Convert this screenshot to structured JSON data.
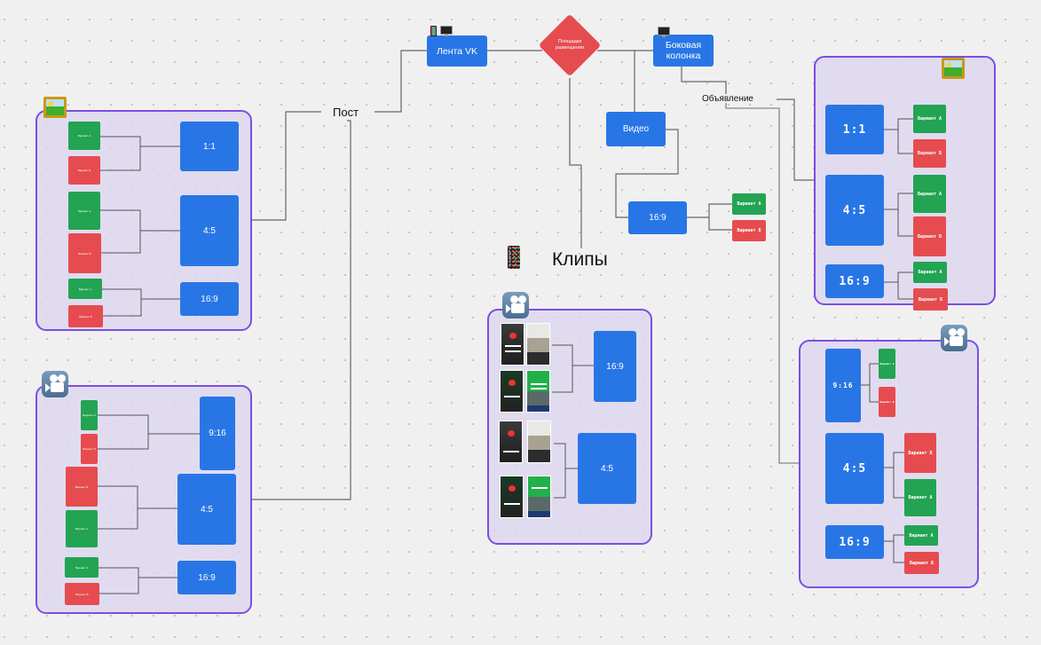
{
  "diagram": {
    "root": {
      "label": "Площадки размещения",
      "color": "#e64c4f"
    },
    "placements": [
      {
        "id": "feed",
        "label": "Лента VK",
        "device_icons": [
          "mobile-phone-icon",
          "desktop-computer-icon"
        ]
      },
      {
        "id": "sidebar",
        "label": "Боковая колонка",
        "device_icons": [
          "desktop-computer-icon"
        ]
      }
    ],
    "formats": {
      "post": "Пост",
      "clips": "Клипы",
      "video": "Видео",
      "ad": "Объявление"
    },
    "variant_labels": {
      "a": "Вариант А",
      "b": "Вариант Б"
    },
    "groups": {
      "post_image": {
        "icon": "framed-picture-icon",
        "ratios": [
          {
            "label": "1:1",
            "variants": [
              "a",
              "b"
            ]
          },
          {
            "label": "4:5",
            "variants": [
              "a",
              "b"
            ]
          },
          {
            "label": "16:9",
            "variants": [
              "a",
              "b"
            ]
          }
        ]
      },
      "post_video": {
        "icon": "movie-camera-icon",
        "ratios": [
          {
            "label": "9:16",
            "variants": [
              "a",
              "b"
            ]
          },
          {
            "label": "4:5",
            "variants": [
              "b",
              "a"
            ]
          },
          {
            "label": "16:9",
            "variants": [
              "a",
              "b"
            ]
          }
        ]
      },
      "clips_video": {
        "icon": "movie-camera-icon",
        "ratios": [
          {
            "label": "16:9",
            "thumbnails": 4
          },
          {
            "label": "4:5",
            "thumbnails": 4
          }
        ]
      },
      "video_direct": {
        "ratios": [
          {
            "label": "16:9",
            "variants": [
              "a",
              "b"
            ]
          }
        ]
      },
      "ad_image": {
        "icon": "framed-picture-icon",
        "ratios": [
          {
            "label": "1:1",
            "variants": [
              "a",
              "b"
            ]
          },
          {
            "label": "4:5",
            "variants": [
              "a",
              "b"
            ]
          },
          {
            "label": "16:9",
            "variants": [
              "a",
              "b"
            ]
          }
        ]
      },
      "ad_video": {
        "icon": "movie-camera-icon",
        "ratios": [
          {
            "label": "9:16",
            "variants": [
              "a",
              "b"
            ]
          },
          {
            "label": "4:5",
            "variants": [
              "b",
              "a"
            ]
          },
          {
            "label": "16:9",
            "variants": [
              "a",
              "b"
            ]
          }
        ]
      }
    },
    "colors": {
      "blue": "#2876e6",
      "green": "#22a452",
      "red": "#e64c4f",
      "group_border": "#7c4ee0",
      "group_fill": "#e2dcef"
    }
  }
}
